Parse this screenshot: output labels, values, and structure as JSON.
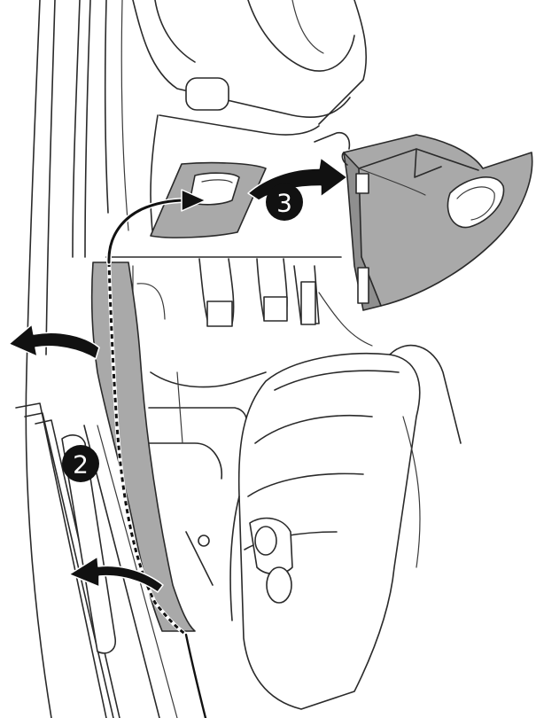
{
  "steps": {
    "step_2": "2",
    "step_3": "3"
  },
  "colors": {
    "line": "#2a2a2a",
    "panel_gray": "#a9a9a9",
    "arrow": "#111111",
    "badge": "#111111",
    "background": "#ffffff"
  },
  "icons": {
    "removal_arrow": "curved-arrow-icon",
    "cable_route": "dashed-line"
  }
}
